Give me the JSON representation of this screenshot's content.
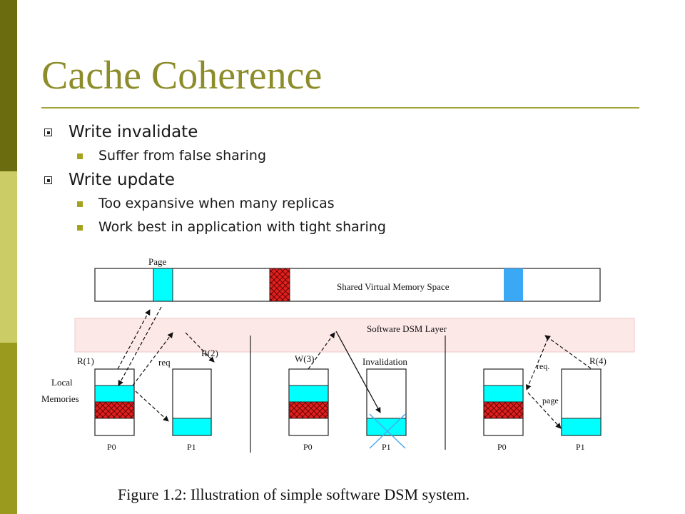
{
  "slide": {
    "title": "Cache Coherence",
    "accent_color": "#8c8c2a",
    "sidebar_colors": [
      "#6b6b0f",
      "#cccc66",
      "#9a9a1e"
    ]
  },
  "bullets": [
    {
      "text": "Write invalidate",
      "sub": [
        "Suffer from false sharing"
      ]
    },
    {
      "text": "Write update",
      "sub": [
        "Too expansive when many replicas",
        "Work best in application with tight sharing"
      ]
    }
  ],
  "diagram": {
    "page_label": "Page",
    "svm_label": "Shared Virtual Memory Space",
    "dsm_layer_label": "Software DSM Layer",
    "local_memories_label_line1": "Local",
    "local_memories_label_line2": "Memories",
    "colors": {
      "cyan": "#00ffff",
      "red": "#e0201e",
      "blue": "#3aa8f5",
      "dsm_band": "#fde8e8"
    },
    "panels": [
      {
        "ops": [
          "R(1)",
          "req",
          "R(2)"
        ],
        "procs": [
          "P0",
          "P1"
        ]
      },
      {
        "ops": [
          "W(3)",
          "Invalidation"
        ],
        "procs": [
          "P0",
          "P1"
        ]
      },
      {
        "ops": [
          "req.",
          "page",
          "R(4)"
        ],
        "procs": [
          "P0",
          "P1"
        ]
      }
    ]
  },
  "caption": "Figure 1.2:  Illustration of simple software DSM system."
}
